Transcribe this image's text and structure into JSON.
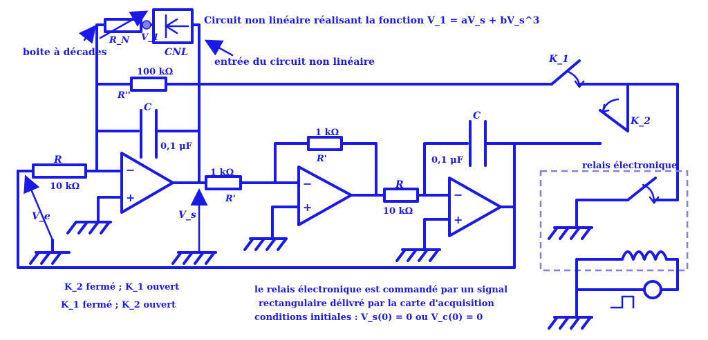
{
  "labels": {
    "boite_decades": "boite à décades",
    "rn": "R_N",
    "v1": "V_1",
    "cnl": "CNL",
    "cnl_title": "Circuit non linéaire réalisant la fonction V_1 = aV_s + bV_s^3",
    "entree_cnl": "entrée du circuit non linéaire",
    "r_second_value": "100 kΩ",
    "r_second": "R''",
    "c_top": "C",
    "c1_value": "0,1 μF",
    "r_in": "R",
    "r_in_value": "10 kΩ",
    "ve": "V_e",
    "vs": "V_s",
    "r_prime_value": "1 kΩ",
    "r_prime": "R'",
    "r_fb_value": "1 kΩ",
    "r_fb": "R'",
    "r3": "R",
    "r3_value": "10 kΩ",
    "c2": "C",
    "c2_value": "0,1 μF",
    "k1": "K_1",
    "k2": "K_2",
    "relais": "relais électronique",
    "state1": "K_2 fermé ; K_1 ouvert",
    "state2": "K_1 fermé ; K_2 ouvert",
    "note1": "le relais électronique est commandé par un signal",
    "note2": "rectangulaire délivré par la carte d'acquisition",
    "note3": "conditions initiales : V_s(0) = 0 ou V_c(0) = 0",
    "minus": "−",
    "plus": "+"
  },
  "colors": {
    "ink": "#1a1ae6",
    "dashed": "#8080e6"
  }
}
